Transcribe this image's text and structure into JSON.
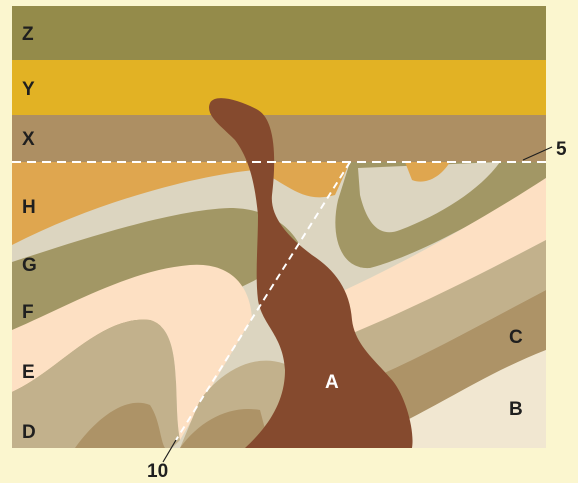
{
  "diagram": {
    "layers": {
      "Z": {
        "label": "Z",
        "color": "#948b4a"
      },
      "Y": {
        "label": "Y",
        "color": "#e2b224"
      },
      "X": {
        "label": "X",
        "color": "#ad8f63"
      },
      "H": {
        "label": "H",
        "color": "#dfa64f"
      },
      "G": {
        "label": "G",
        "color": "#dcd5c0"
      },
      "F": {
        "label": "F",
        "color": "#a29765"
      },
      "E": {
        "label": "E",
        "color": "#fde0c3"
      },
      "D": {
        "label": "D",
        "color": "#c2b18c"
      },
      "C": {
        "label": "C",
        "color": "#ad9367"
      },
      "B": {
        "label": "B",
        "color": "#f1e7d1"
      },
      "A": {
        "label": "A",
        "color": "#854a2e"
      }
    },
    "callouts": {
      "unconformity": {
        "label": "5"
      },
      "fault": {
        "label": "10"
      }
    },
    "background_color": "#fbf6cf"
  }
}
